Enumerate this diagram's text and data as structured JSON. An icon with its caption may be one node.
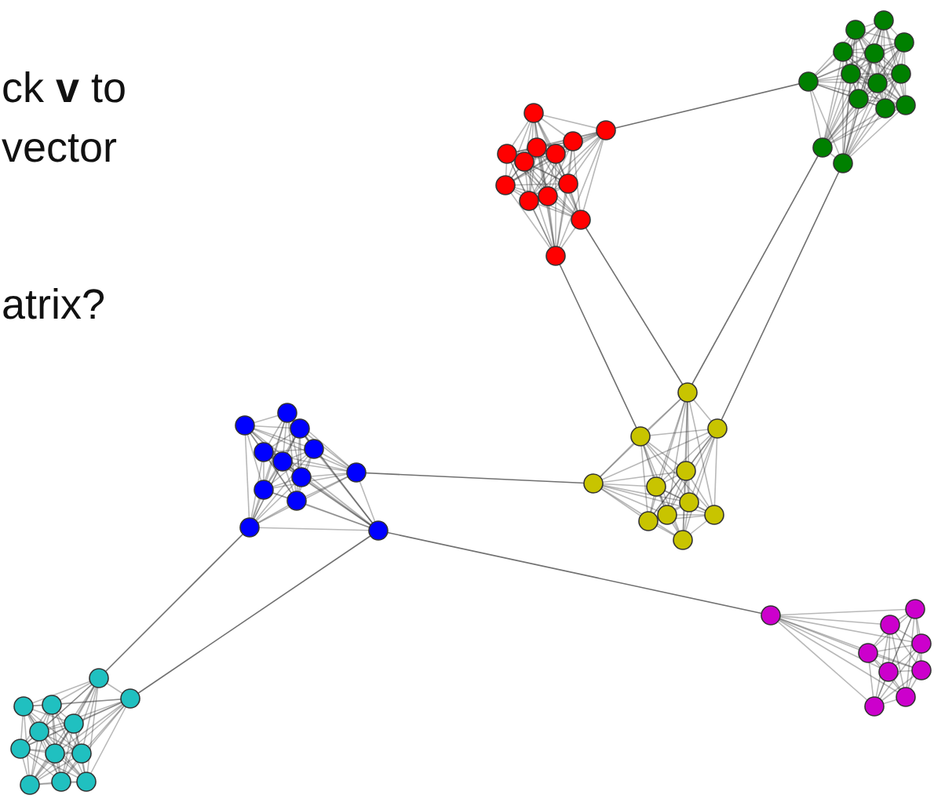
{
  "diagram": {
    "labels": [
      "ck **v** to",
      "vector",
      "atrix?"
    ]
  }
}
